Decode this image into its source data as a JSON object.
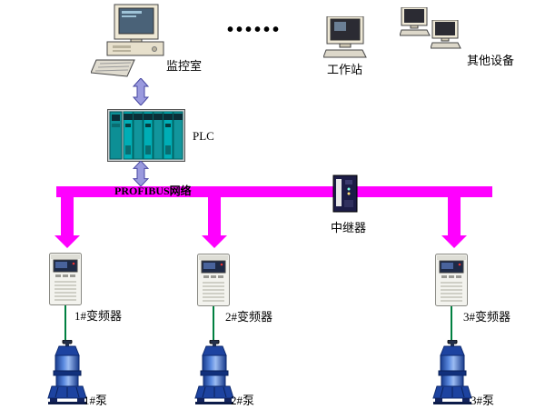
{
  "diagram": {
    "monitoring_room": "监控室",
    "ellipsis": "••••••",
    "workstation": "工作站",
    "other_devices": "其他设备",
    "plc": "PLC",
    "bus_label": "PROFIBUS网络",
    "repeater": "中继器",
    "inverters": [
      "1#变频器",
      "2#变频器",
      "3#变频器"
    ],
    "pumps": [
      "1#泵",
      "2#泵",
      "3#泵"
    ],
    "colors": {
      "bus": "#ff00ff",
      "pump_link_line": "#008040",
      "updown_arrow": "#9a9ade",
      "plc_module": "#00adb5"
    }
  }
}
